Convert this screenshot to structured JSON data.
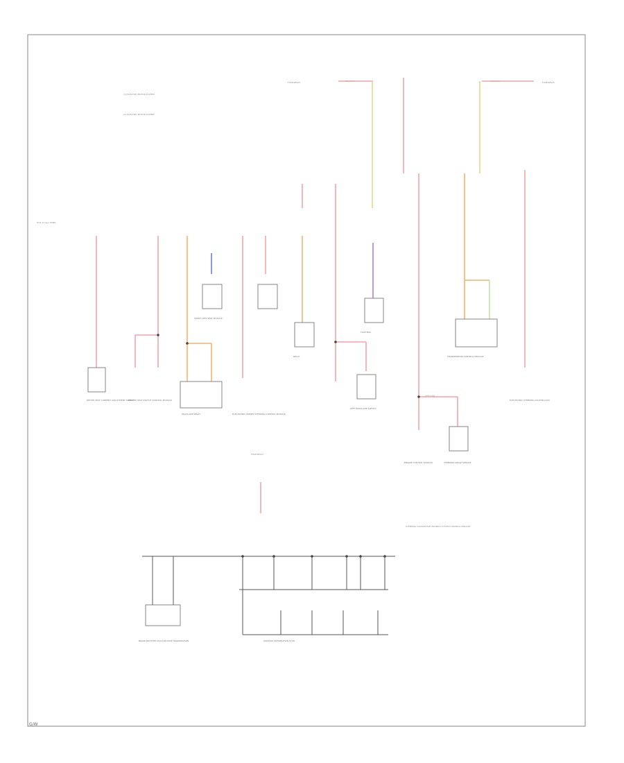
{
  "diagram": {
    "legend": [
      {
        "marker": "1",
        "text": "(1) ELECTRIC MOTOR SYSTEM"
      },
      {
        "marker": "2",
        "text": "(2) ELECTRIC MOTOR SYSTEM"
      }
    ],
    "labels": {
      "top_fuse_a": "FUSE/RELAY",
      "top_fuse_b": "FUSE/RELAY",
      "left_supply": "HOT AT ALL TIMES",
      "mid_fuse": "FUSE/RELAY",
      "note": "STEERING COLUMN ELECTRONICS SYSTEM CONTROL MODULE",
      "footer_label": "G/W"
    },
    "wire_labels": [
      "RED/GRN",
      "RED/GRN",
      "RED/GRN"
    ],
    "components": [
      {
        "id": "c1",
        "label": "DRIVER SEAT CURRENT ADJUSTMENT SWITCH"
      },
      {
        "id": "c2",
        "label": "HEATED SEAT SWITCH CONTROL MODULE"
      },
      {
        "id": "c3",
        "label": "HEADLAMP RELAY"
      },
      {
        "id": "c4",
        "label": "FRONT LEFT SEAT MODULE"
      },
      {
        "id": "c5",
        "label": "RELAY"
      },
      {
        "id": "c6",
        "label": "LEFT HEADLAMP SWITCH"
      },
      {
        "id": "c7",
        "label": "TRANSMISSION CONTROL MODULE"
      },
      {
        "id": "c8",
        "label": "STEERING ANGLE SENSOR"
      },
      {
        "id": "c9",
        "label": "ELECTRONIC STEERING COLUMN LOCK"
      },
      {
        "id": "c10",
        "label": "FUSE BOX"
      },
      {
        "id": "c11",
        "label": "ENGINE CONTROL MODULE"
      },
      {
        "id": "c12",
        "label": "ELECTRONIC POWER STEERING CONTROL MODULE"
      },
      {
        "id": "c13",
        "label": "BRAKE BOOSTER VACUUM PUMP TRANSMISSION"
      },
      {
        "id": "c14",
        "label": "IGNITION DISTRIBUTION STUD"
      }
    ],
    "colors": {
      "red": "#f4a3a8",
      "orange": "#f3b26a",
      "yellow": "#e2d58f",
      "purple": "#b07fd9",
      "blue": "#6f7ee0",
      "green": "#bfe6a3",
      "line": "#555555"
    }
  }
}
